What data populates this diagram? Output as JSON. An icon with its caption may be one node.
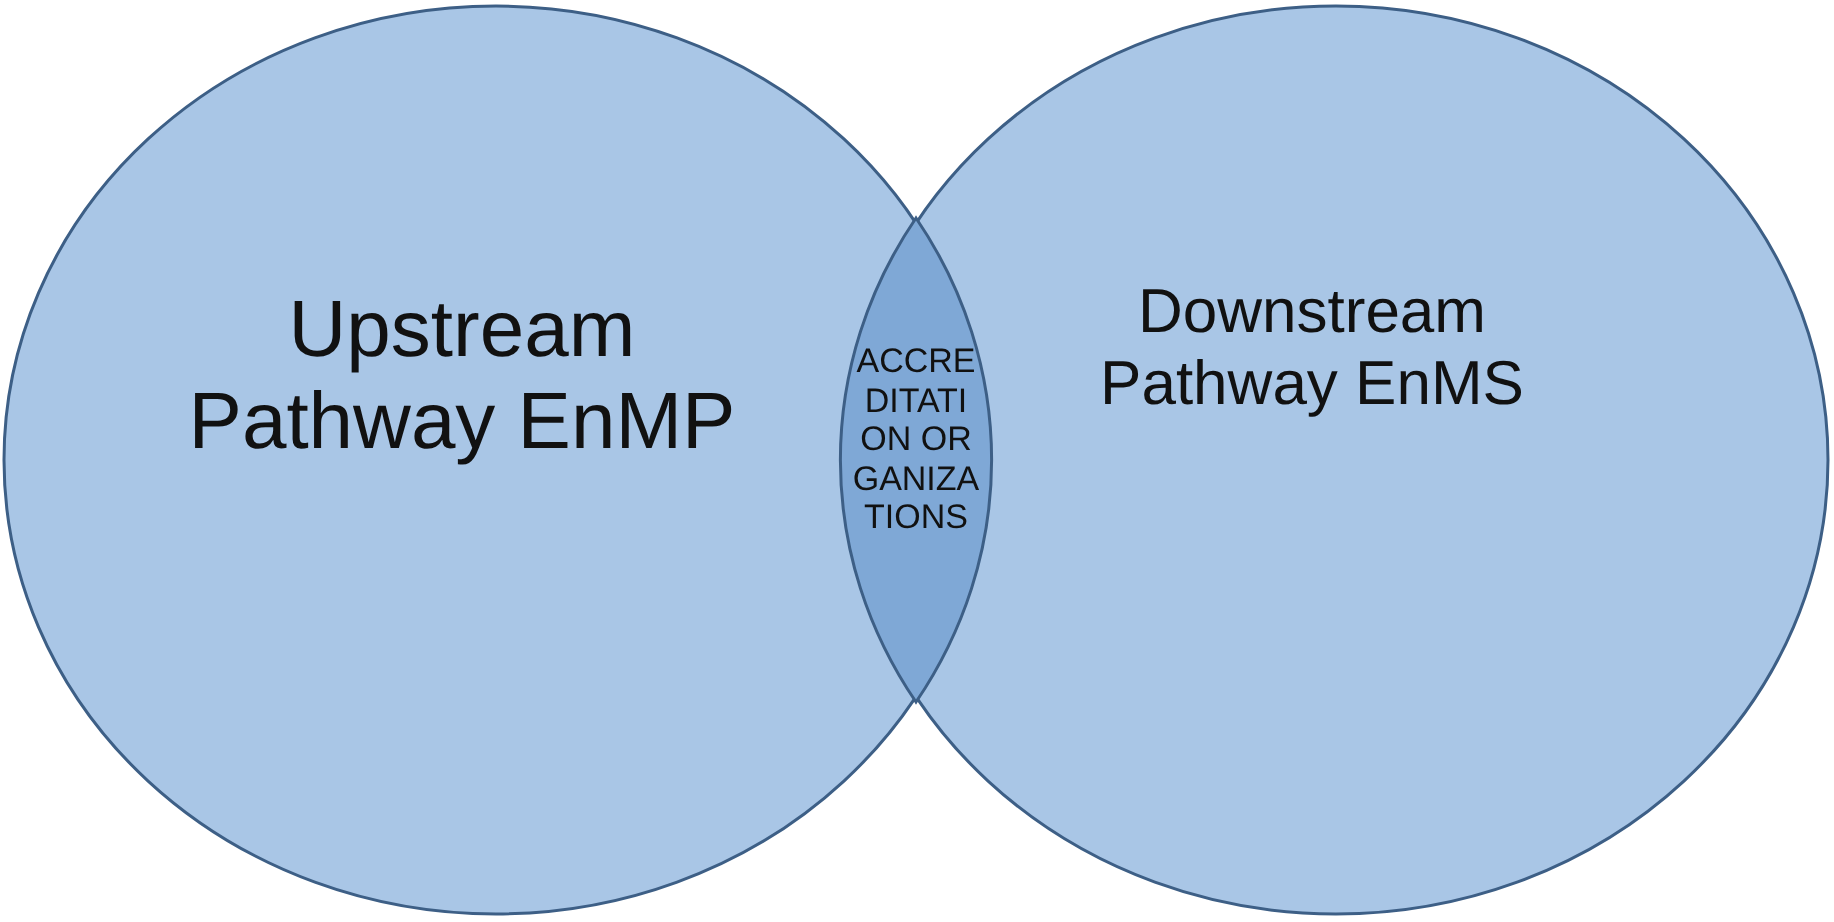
{
  "diagram": {
    "nodes": [
      {
        "text": [
          "Upstream Pathway EnMP"
        ]
      },
      {
        "text": [
          "Downstream Pathway EnMS"
        ]
      },
      {
        "text": [
          "ACCREDITATION ORGANIZATIONS"
        ]
      }
    ]
  }
}
